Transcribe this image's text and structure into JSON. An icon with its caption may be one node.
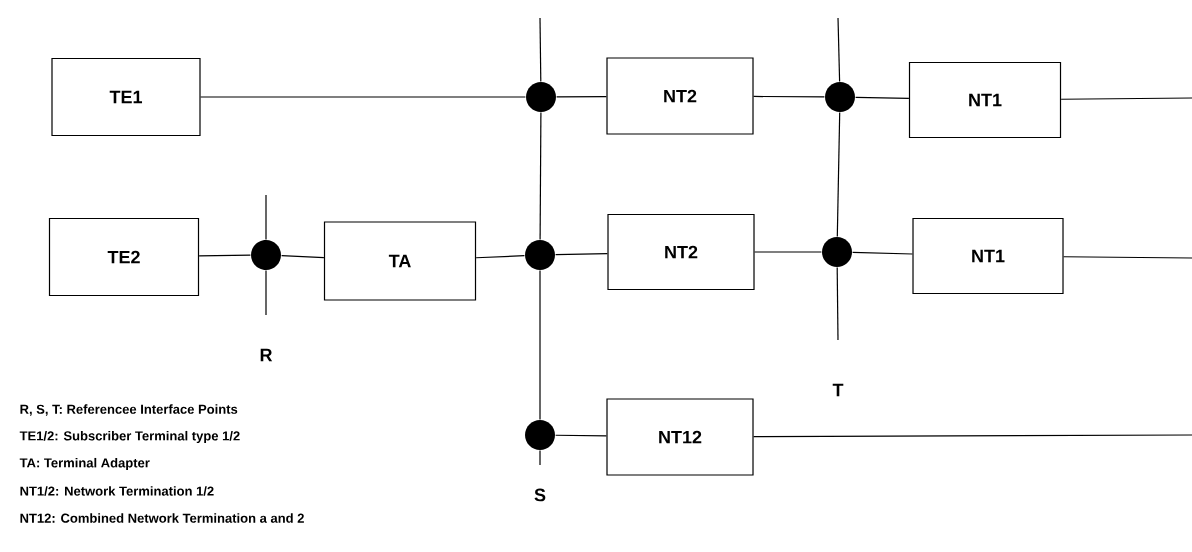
{
  "diagram": {
    "nodes": [
      {
        "text": [
          "TE1"
        ]
      },
      {
        "text": [],
        "shape": "circle"
      },
      {
        "text": [
          "NT2"
        ]
      },
      {
        "text": [],
        "shape": "circle"
      },
      {
        "text": [
          "NT1"
        ]
      },
      {
        "text": [
          "TE2"
        ]
      },
      {
        "text": [],
        "shape": "circle"
      },
      {
        "text": [
          "TA"
        ]
      },
      {
        "text": [],
        "shape": "circle"
      },
      {
        "text": [
          "NT2"
        ]
      },
      {
        "text": [],
        "shape": "circle"
      },
      {
        "text": [
          "NT1"
        ]
      },
      {
        "text": [],
        "shape": "circle"
      },
      {
        "text": [
          "NT12"
        ]
      }
    ],
    "edges": [
      {
        "from": 0,
        "to": 1,
        "arrow": "none"
      },
      {
        "from": 1,
        "to": 2,
        "arrow": "none"
      },
      {
        "from": 2,
        "to": 3,
        "arrow": "none"
      },
      {
        "from": 3,
        "to": 4,
        "arrow": "none"
      },
      {
        "from": 4,
        "to": null,
        "arrow": "none"
      },
      {
        "from": 5,
        "to": 6,
        "arrow": "none"
      },
      {
        "from": 6,
        "to": 7,
        "arrow": "none"
      },
      {
        "from": 7,
        "to": 8,
        "arrow": "none"
      },
      {
        "from": 8,
        "to": 9,
        "arrow": "none"
      },
      {
        "from": 9,
        "to": 10,
        "arrow": "none"
      },
      {
        "from": 10,
        "to": 11,
        "arrow": "none"
      },
      {
        "from": 11,
        "to": null,
        "arrow": "none"
      },
      {
        "from": 12,
        "to": 13,
        "arrow": "none"
      },
      {
        "from": 13,
        "to": null,
        "arrow": "none"
      },
      {
        "from": null,
        "to": 1,
        "arrow": "none"
      },
      {
        "from": 1,
        "to": 8,
        "arrow": "none"
      },
      {
        "from": 8,
        "to": 12,
        "arrow": "none"
      },
      {
        "from": 12,
        "to": null,
        "arrow": "none"
      },
      {
        "from": null,
        "to": 3,
        "arrow": "none"
      },
      {
        "from": 3,
        "to": 10,
        "arrow": "none"
      },
      {
        "from": 10,
        "to": null,
        "arrow": "none"
      },
      {
        "from": null,
        "to": 6,
        "arrow": "none"
      },
      {
        "from": 6,
        "to": null,
        "arrow": "none"
      }
    ],
    "labels": [
      "R",
      "T",
      "R, S, T: Referencee Interface Points",
      "S",
      "TE1/2: Subscriber Terminal type 1/2",
      "TA: Terminal Adapter",
      "NT1/2: Network Termination 1/2",
      "NT12: Combined Network Termination a and 2"
    ]
  }
}
